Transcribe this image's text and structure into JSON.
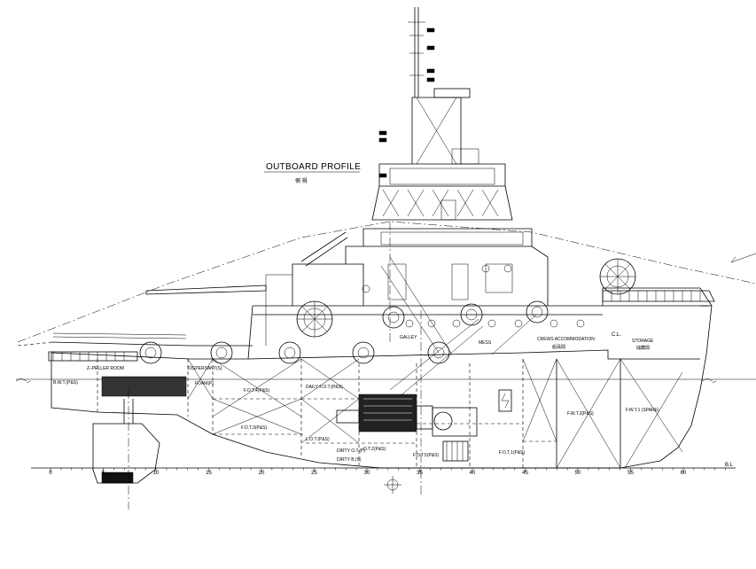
{
  "drawing": {
    "title": "OUTBOARD PROFILE",
    "subtitle": "側 視"
  },
  "compartments": {
    "bwt": "B.W.T.(P&S)",
    "zpeller_room": "Z–PELLER ROOM",
    "dispersant": "DISPERSANT(S)",
    "foam": "FOAM(P)",
    "fot4": "F.O.T.4(P&S)",
    "daily_fot": "DAILY F.O.T.(P&S)",
    "fot3": "F.O.T.3(P&S)",
    "lot": "L.O.T.(P&S)",
    "dirty_ot": "DIRTY O.T.(P)",
    "fot2": "O.T.2(P&S)",
    "dirty_bilge": "DIRTY B.(S)",
    "fot5": "F.O.T.5(P&S)",
    "fot1": "F.O.T.1(P&S)",
    "fwt2": "F.W.T.2(P&S)",
    "fwt1": "F.W.T.1 (SPARE)",
    "galley": "GALLEY",
    "mess": "MESS",
    "crews_accommodation": "CREWS ACCOMMODATION",
    "crews_accommodation_cn": "船員間",
    "cl": "C.L.",
    "storage": "STORAGE",
    "storage_cn": "儲藏間"
  },
  "baseline": {
    "label": "B.L",
    "ticks": [
      "0",
      "5",
      "10",
      "15",
      "20",
      "25",
      "30",
      "35",
      "40",
      "45",
      "50",
      "55",
      "60"
    ]
  }
}
